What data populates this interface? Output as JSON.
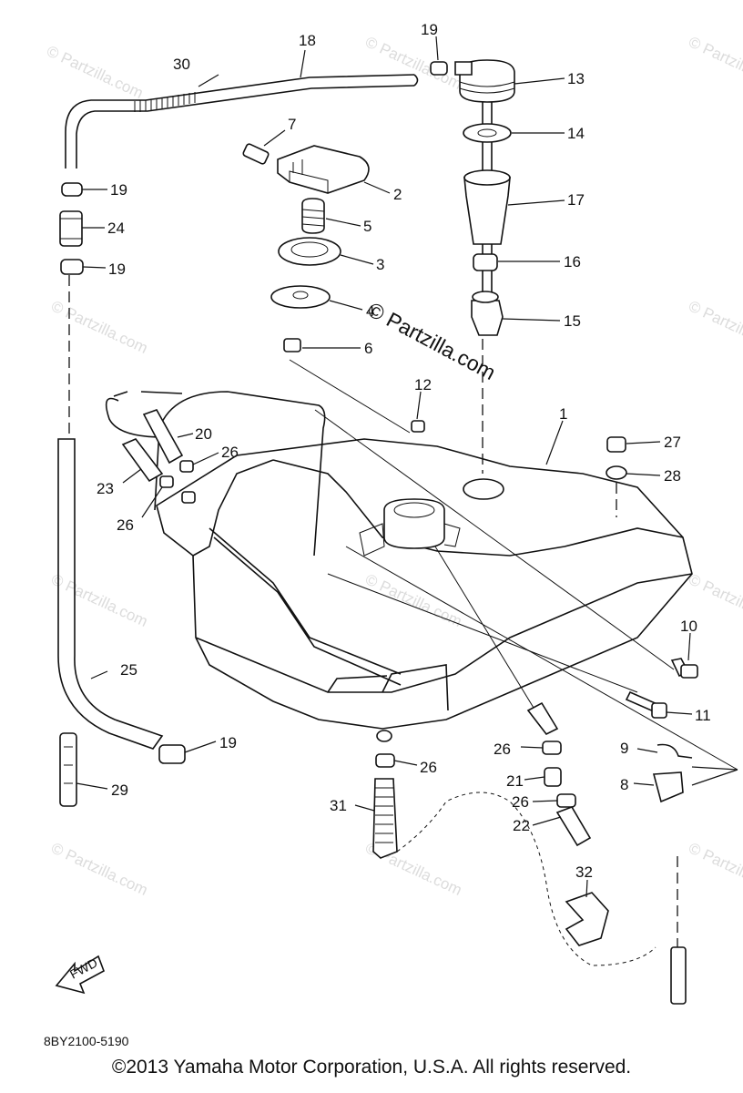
{
  "diagram": {
    "part_code": "8BY2100-5190",
    "direction_label": "FWD",
    "watermark_main": "© Partzilla.com",
    "watermark_tile": "© Partzilla.com",
    "callouts": [
      "1",
      "2",
      "3",
      "4",
      "5",
      "6",
      "7",
      "8",
      "9",
      "10",
      "11",
      "12",
      "13",
      "14",
      "15",
      "16",
      "17",
      "18",
      "19",
      "20",
      "21",
      "22",
      "23",
      "24",
      "25",
      "26",
      "27",
      "28",
      "29",
      "30",
      "31",
      "32"
    ]
  },
  "footer": {
    "copyright": "©2013  Yamaha Motor Corporation, U.S.A. All rights reserved."
  }
}
